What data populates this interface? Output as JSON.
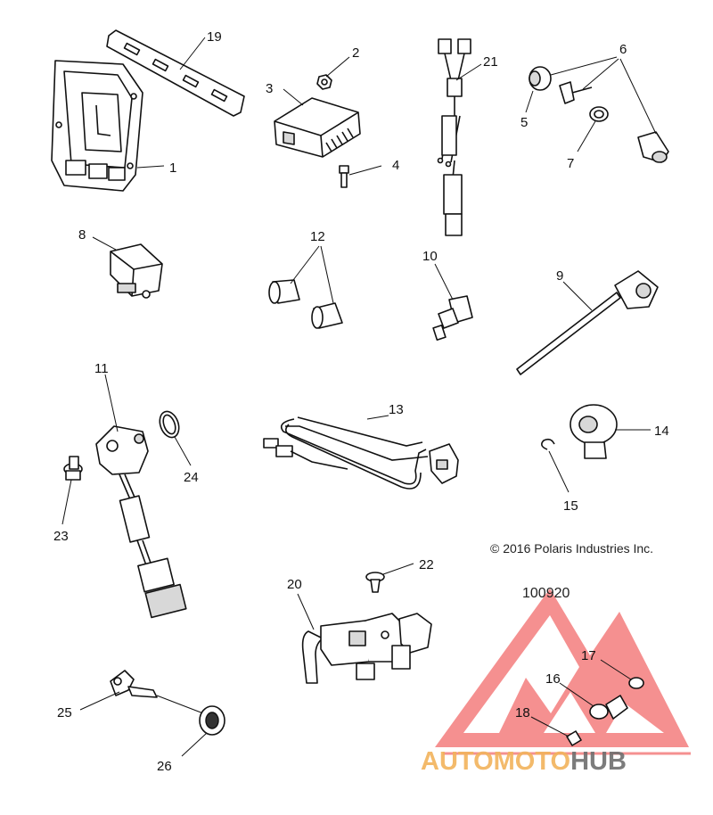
{
  "diagram": {
    "callouts": [
      "1",
      "2",
      "3",
      "4",
      "5",
      "6",
      "7",
      "8",
      "9",
      "10",
      "11",
      "12",
      "13",
      "14",
      "15",
      "16",
      "17",
      "18",
      "19",
      "20",
      "21",
      "22",
      "23",
      "24",
      "25",
      "26"
    ],
    "copyright": "© 2016 Polaris Industries Inc.",
    "diagram_code": "100920"
  },
  "watermark": {
    "word_a": "AUTOMOTO",
    "word_b": "HUB",
    "colors": {
      "triangle": "#f26b6b",
      "word_a": "#f2b35c",
      "word_b": "#6e6e6e"
    }
  }
}
